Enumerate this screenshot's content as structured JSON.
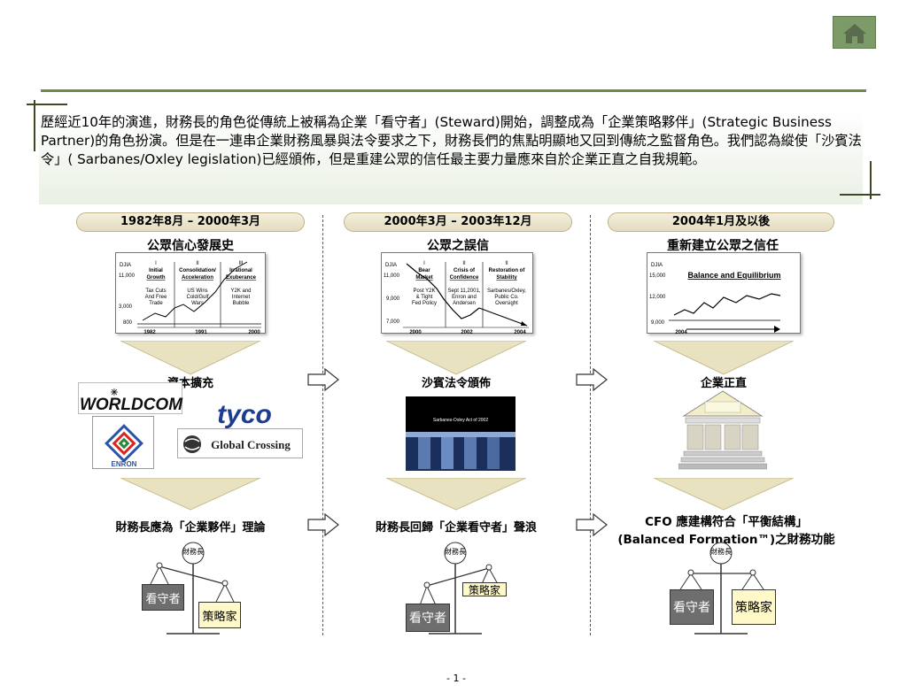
{
  "intro": {
    "text": "歷經近10年的演進，財務長的角色從傳統上被稱為企業「看守者」(Steward)開始，調整成為「企業策略夥伴」(Strategic Business Partner)的角色扮演。但是在一連串企業財務風暴與法令要求之下，財務長們的焦點明顯地又回到傳統之監督角色。我們認為縱使「沙賓法令」( Sarbanes/Oxley legislation)已經頒佈，但是重建公眾的信任最主要力量應來自於企業正直之自我規範。"
  },
  "columns": [
    {
      "period": "1982年8月 – 2000年3月",
      "title": "公眾信心發展史",
      "mid_label": "資本擴充",
      "bottom_label": "財務長應為「企業夥伴」理論",
      "cfo_label": "財務長",
      "left_box": "看守者",
      "right_box": "策略家"
    },
    {
      "period": "2000年3月 – 2003年12月",
      "title": "公眾之誤信",
      "mid_label": "沙賓法令頒佈",
      "bottom_label": "財務長回歸「企業看守者」聲浪",
      "cfo_label": "財務長",
      "left_box": "看守者",
      "right_box": "策略家"
    },
    {
      "period": "2004年1月及以後",
      "title": "重新建立公眾之信任",
      "mid_label": "企業正直",
      "bottom_label_1": "CFO 應建構符合「平衡結構」",
      "bottom_label_2": "(Balanced Formation™)之財務功能",
      "cfo_label": "財務長",
      "left_box": "看守者",
      "right_box": "策略家"
    }
  ],
  "chart1": {
    "ylabel": "DJIA",
    "yticks": [
      "11,000",
      "3,000",
      "800"
    ],
    "xticks": [
      "1982",
      "1991",
      "2000"
    ],
    "phases": [
      {
        "num": "I",
        "name1": "Initial",
        "name2": "Growth",
        "desc": [
          "Tax Cuts",
          "And Free",
          "Trade"
        ]
      },
      {
        "num": "II",
        "name1": "Consolidation/",
        "name2": "Acceleration",
        "desc": [
          "US Wins",
          "Cold/Gulf",
          "Wars"
        ]
      },
      {
        "num": "III",
        "name1": "Irrational",
        "name2": "Exuberance",
        "desc": [
          "Y2K and",
          "Internet",
          "Bubble"
        ]
      }
    ]
  },
  "chart2": {
    "ylabel": "DJIA",
    "yticks": [
      "11,000",
      "9,000",
      "7,000"
    ],
    "xticks": [
      "2000",
      "2002",
      "2004"
    ],
    "phases": [
      {
        "num": "I",
        "name1": "Bear",
        "name2": "Market",
        "desc": [
          "Post Y2K",
          "& Tight",
          "Fed Policy"
        ]
      },
      {
        "num": "II",
        "name1": "Crisis of",
        "name2": "Confidence",
        "desc": [
          "Sept 11,2001,",
          "Enron and",
          "Andersen"
        ]
      },
      {
        "num": "II",
        "name1": "Restoration of",
        "name2": "Stability",
        "desc": [
          "Sarbanes/Oxley,",
          "Public Co.",
          "Oversight"
        ]
      }
    ]
  },
  "chart3": {
    "ylabel": "DJIA",
    "yticks": [
      "15,000",
      "12,000",
      "9,000"
    ],
    "xticks": [
      "2004"
    ],
    "headline": "Balance and Equilibrium"
  },
  "logos": {
    "worldcom": "WORLDCOM",
    "tyco": "tyco",
    "global_crossing": "Global Crossing",
    "enron": "ENRON"
  },
  "sox_image_caption": "Sarbanes-Oxley Act of 2002",
  "page_number": "- 1 -"
}
